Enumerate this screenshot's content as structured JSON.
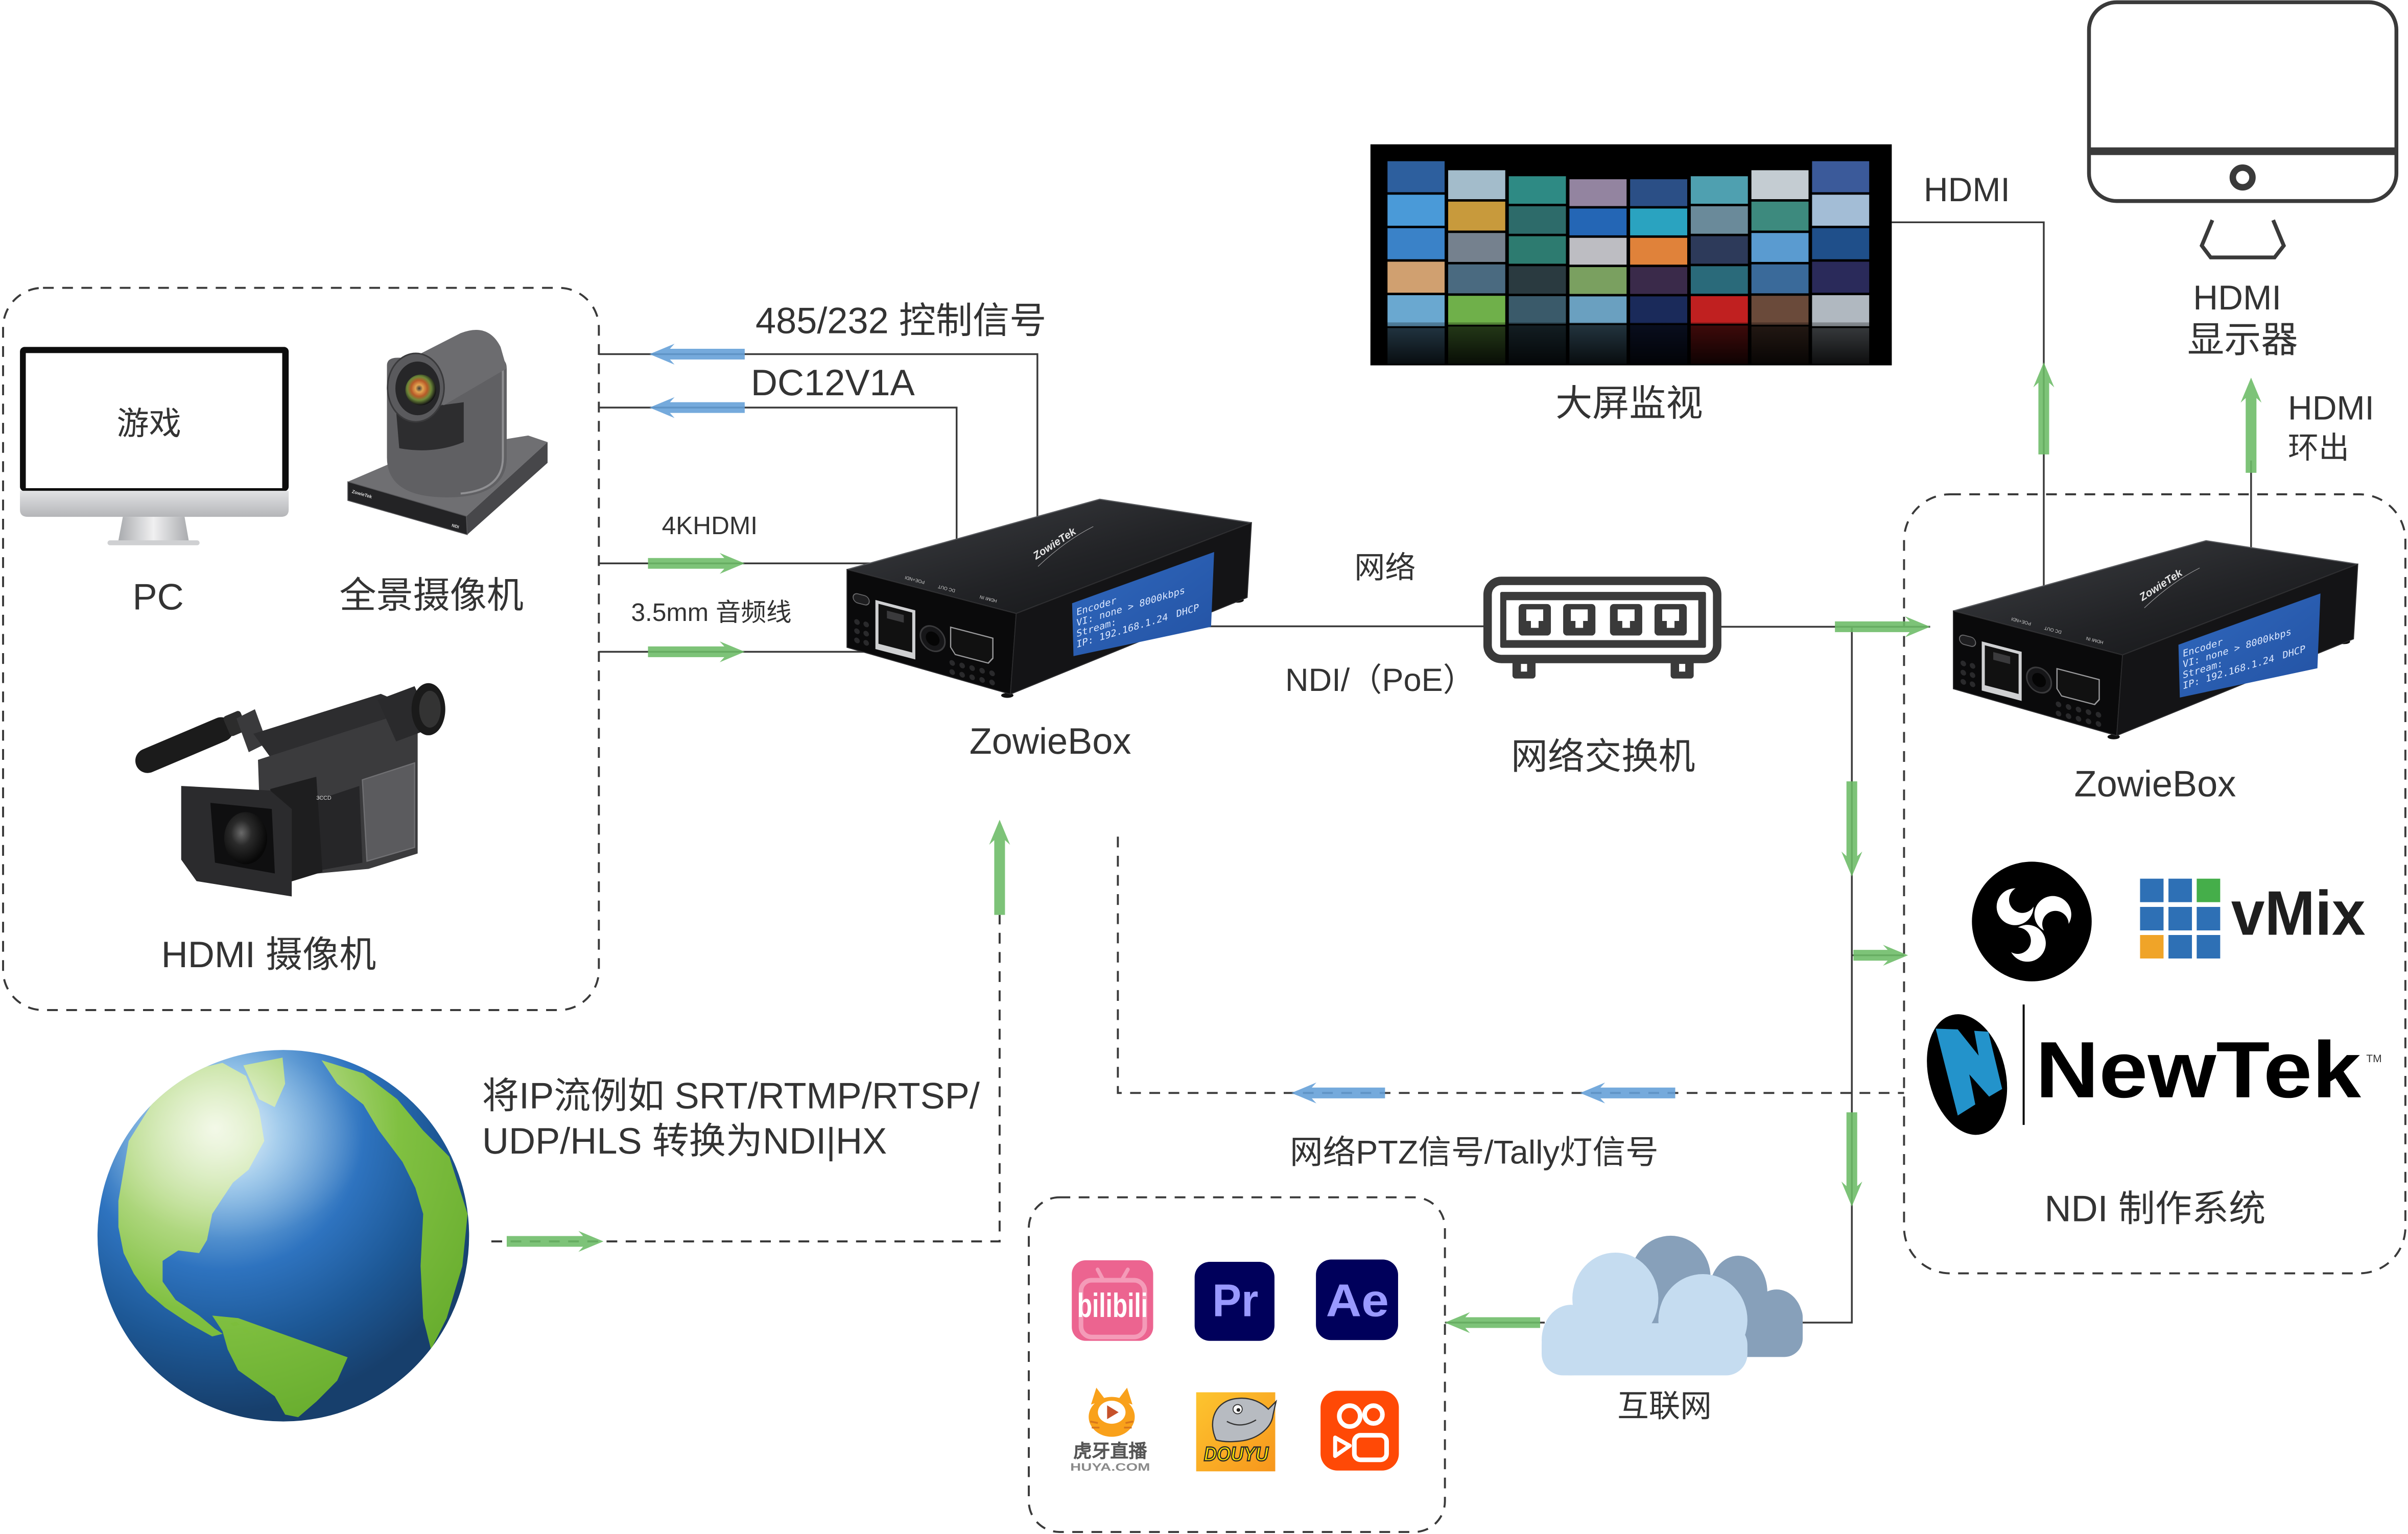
{
  "sources": {
    "pc": {
      "screen_text": "游戏",
      "label": "PC",
      "icon": "desktop-monitor-icon"
    },
    "ptz_camera": {
      "label": "全景摄像机",
      "brand_mark": "ZowieTek",
      "ndi_mark": "NDI",
      "icon": "ptz-camera-icon"
    },
    "camcorder": {
      "label": "HDMI 摄像机",
      "model_mark": "3CCD",
      "icon": "camcorder-icon"
    }
  },
  "links": {
    "control_signal": "485/232 控制信号",
    "power": "DC12V1A",
    "hdmi_in": "4KHDMI",
    "audio_in": "3.5mm 音频线",
    "network": "网络",
    "ndi_poe": "NDI/（PoE）",
    "hdmi_out": "HDMI",
    "hdmi_loop": [
      "HDMI",
      "环出"
    ],
    "ptz_tally": "网络PTZ信号/Tally灯信号",
    "ip_stream": [
      "将IP流例如 SRT/RTMP/RTSP/",
      "UDP/HLS 转换为NDI|HX"
    ]
  },
  "encoder": {
    "label": "ZowieBox",
    "brand_mark": "ZowieTek",
    "port_labels": [
      "POE+NDI",
      "DC OUT",
      "HDMI IN"
    ],
    "screen_lines": [
      "Encoder",
      "VI: none > 8000kbps",
      "Stream:",
      "IP: 192.168.1.24",
      "DHCP"
    ]
  },
  "decoder": {
    "label": "ZowieBox",
    "brand_mark": "ZowieTek",
    "port_labels": [
      "POE+NDI",
      "DC OUT",
      "HDMI IN"
    ],
    "screen_lines": [
      "Encoder",
      "VI: none > 8000kbps",
      "Stream:",
      "IP: 192.168.1.24",
      "DHCP"
    ]
  },
  "network_switch": {
    "label": "网络交换机",
    "icon": "network-switch-icon"
  },
  "video_wall": {
    "label": "大屏监视",
    "icon": "video-wall-icon"
  },
  "hdmi_monitor": {
    "label": [
      "HDMI",
      "显示器"
    ],
    "icon": "monitor-icon"
  },
  "ndi_system": {
    "label": "NDI 制作系统",
    "apps": [
      {
        "icon": "obs-logo-icon"
      },
      {
        "icon": "vmix-logo-icon",
        "text": "vMix"
      },
      {
        "icon": "newtek-logo-icon",
        "text": "NewTek",
        "trademark": "TM"
      }
    ]
  },
  "internet": {
    "label": "互联网",
    "icon": "cloud-icon"
  },
  "platforms": [
    {
      "icon": "bilibili-icon",
      "text": "bilibili"
    },
    {
      "icon": "premiere-pro-icon",
      "text": "Pr"
    },
    {
      "icon": "after-effects-icon",
      "text": "Ae"
    },
    {
      "icon": "huya-icon",
      "text": "虎牙直播",
      "subtext": "HUYA.COM"
    },
    {
      "icon": "douyu-icon",
      "text": "DOUYU"
    },
    {
      "icon": "kuaishou-icon"
    }
  ],
  "globe": {
    "icon": "globe-icon"
  },
  "colors": {
    "text": "#333333",
    "line": "#3a3a3a",
    "arrow_blue": "#649fd8",
    "arrow_green": "#6dbc67",
    "screen_blue": "#2a5cb0",
    "bilibili_pink": "#EC6490",
    "adobe_bg": "#00005B",
    "adobe_text": "#9999FF",
    "huya_orange": "#F9A11B",
    "douyu_yellow": "#FBB11F",
    "kuaishou_orange": "#FF4906",
    "vmix_blue": "#2E70B5",
    "vmix_green": "#45AE4A",
    "vmix_orange": "#F0A428",
    "newtek_blue": "#2393CB",
    "cloud_front": "#C5DCF0",
    "cloud_back": "#87A0BA"
  }
}
